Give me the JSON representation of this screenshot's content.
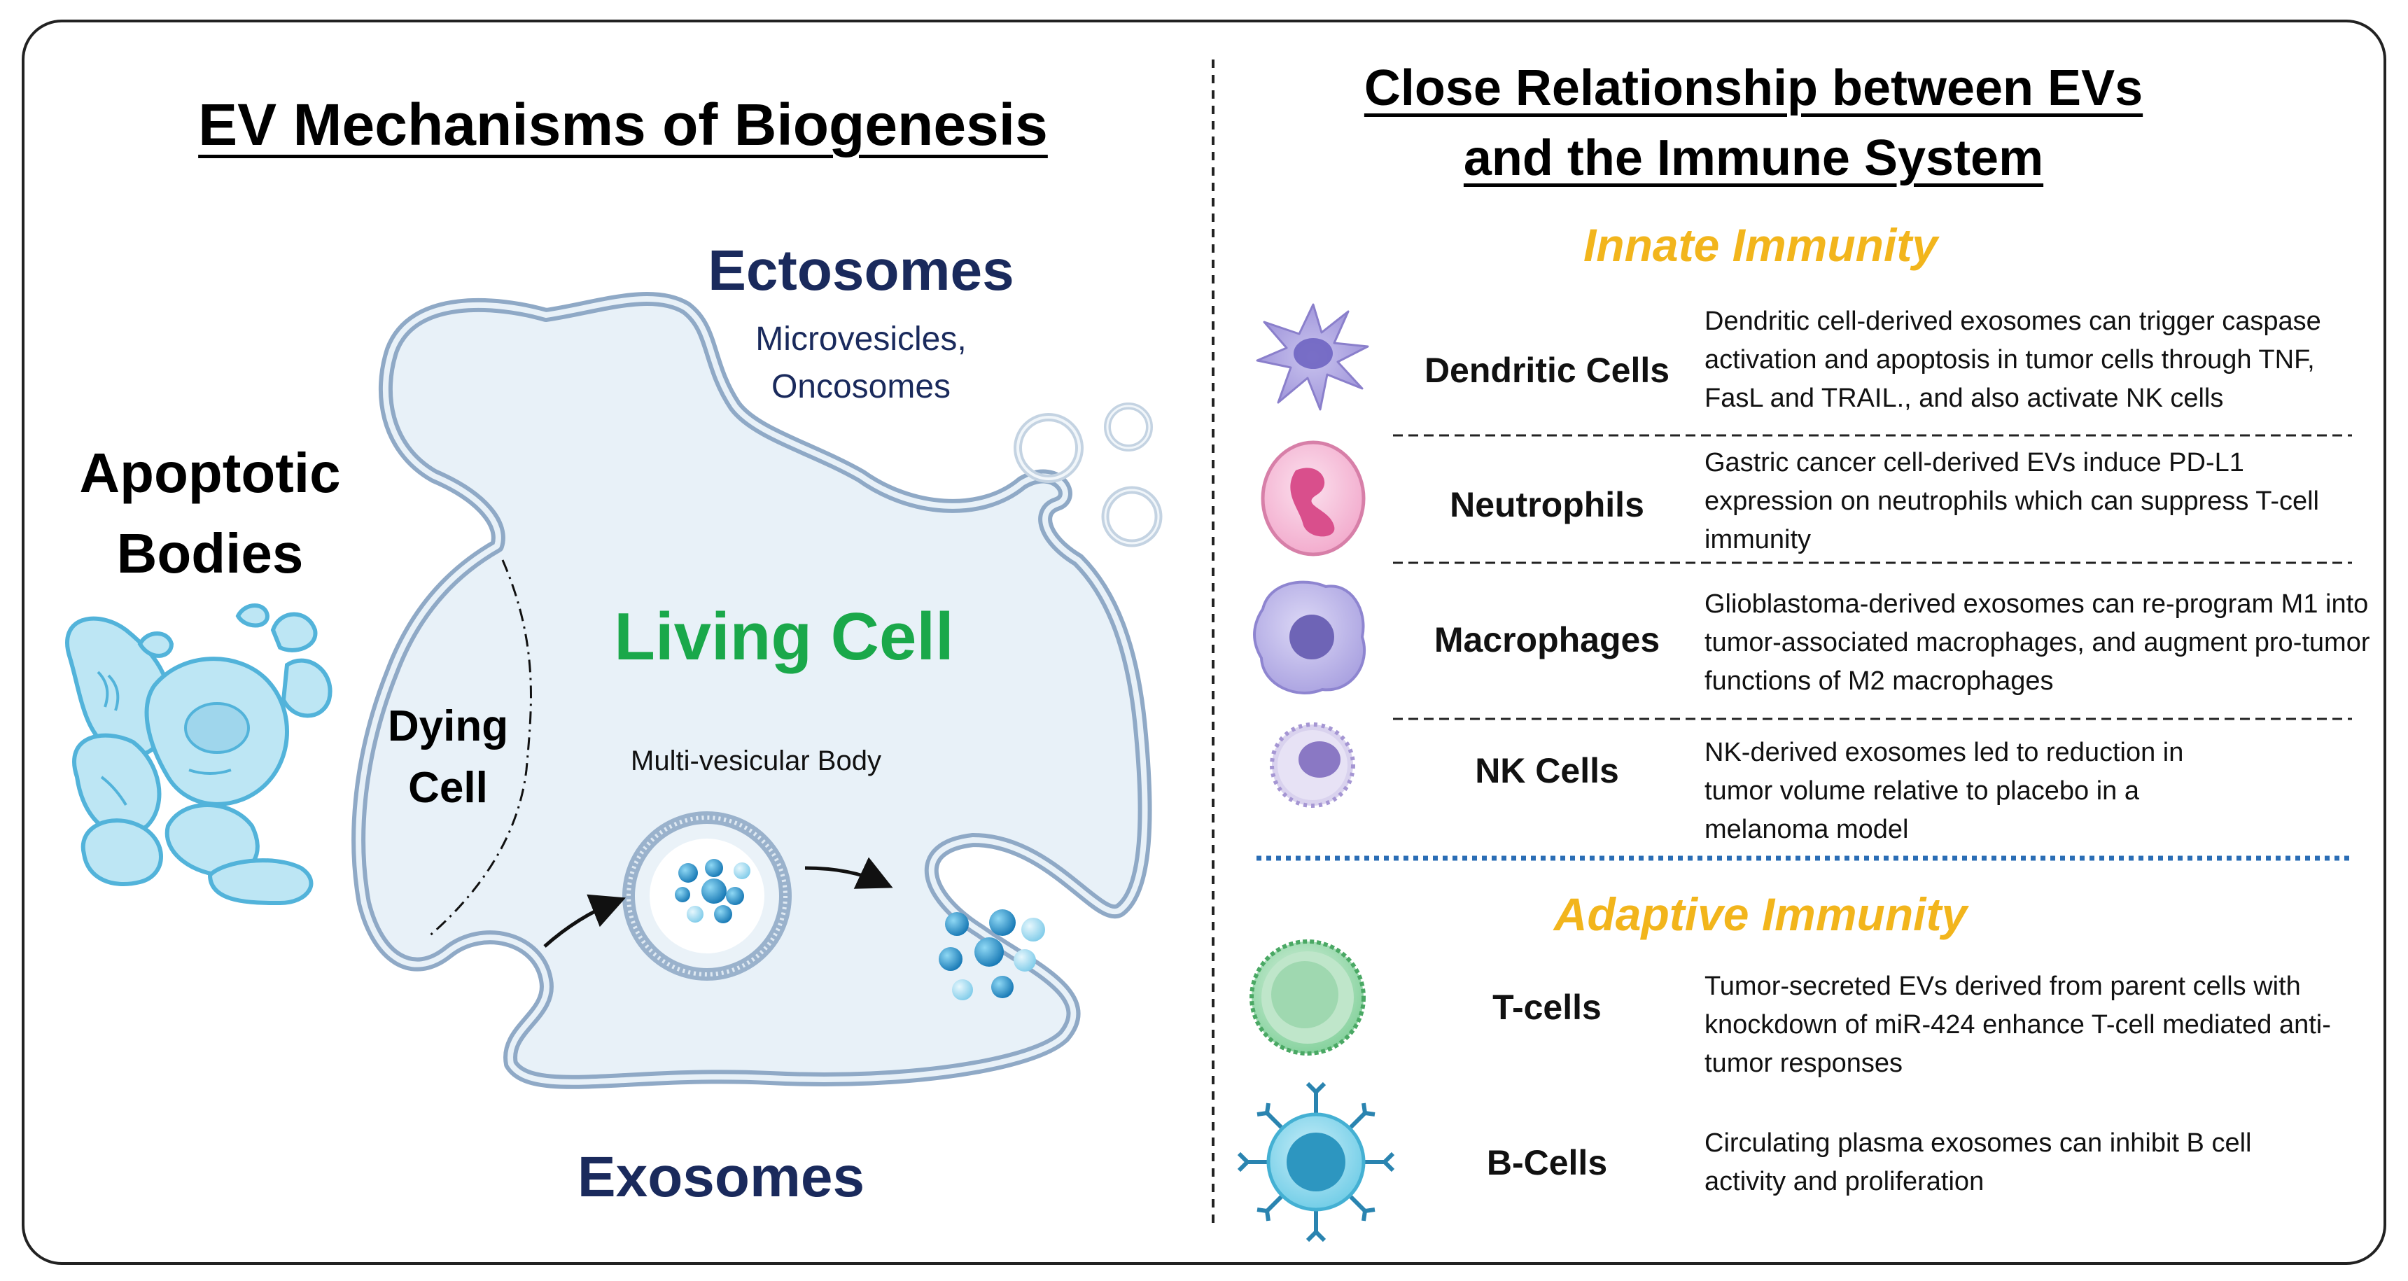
{
  "left_panel": {
    "title": "EV Mechanisms of Biogenesis",
    "ectosomes": {
      "label": "Ectosomes",
      "subtitle_line1": "Microvesicles,",
      "subtitle_line2": "Oncosomes"
    },
    "apoptotic_bodies": {
      "line1": "Apoptotic",
      "line2": "Bodies"
    },
    "dying_cell": {
      "line1": "Dying",
      "line2": "Cell"
    },
    "living_cell": "Living Cell",
    "mvb_label": "Multi-vesicular Body",
    "exosomes": "Exosomes"
  },
  "right_panel": {
    "title_line1": "Close Relationship between EVs",
    "title_line2": "and the Immune System",
    "innate_header": "Innate Immunity",
    "adaptive_header": "Adaptive Immunity",
    "innate_rows": [
      {
        "name": "Dendritic Cells",
        "icon": "dendritic-cell-icon",
        "desc": "Dendritic cell-derived exosomes can trigger caspase activation and apoptosis in tumor cells through TNF, FasL and TRAIL., and also activate NK cells"
      },
      {
        "name": "Neutrophils",
        "icon": "neutrophil-icon",
        "desc": "Gastric cancer cell-derived EVs induce PD-L1 expression on neutrophils which can suppress T-cell immunity"
      },
      {
        "name": "Macrophages",
        "icon": "macrophage-icon",
        "desc": "Glioblastoma-derived exosomes can re-program M1 into tumor-associated macrophages, and augment pro-tumor functions of M2 macrophages"
      },
      {
        "name": "NK Cells",
        "icon": "nk-cell-icon",
        "desc": "NK-derived exosomes led to reduction in tumor volume relative to placebo in a melanoma model"
      }
    ],
    "adaptive_rows": [
      {
        "name": "T-cells",
        "icon": "t-cell-icon",
        "desc": "Tumor-secreted EVs derived from parent cells with knockdown of miR-424 enhance T-cell mediated anti-tumor responses"
      },
      {
        "name": "B-Cells",
        "icon": "b-cell-icon",
        "desc": "Circulating plasma exosomes can inhibit B cell activity and proliferation"
      }
    ]
  },
  "colors": {
    "navy": "#1a2a5c",
    "green": "#1aa84a",
    "yellow": "#f2b51c",
    "cell_fill": "#e8f1f8",
    "cell_border": "#8fa9c6",
    "vesicle_blue": "#1c8fc6",
    "divider_blue": "#2a6db5"
  }
}
